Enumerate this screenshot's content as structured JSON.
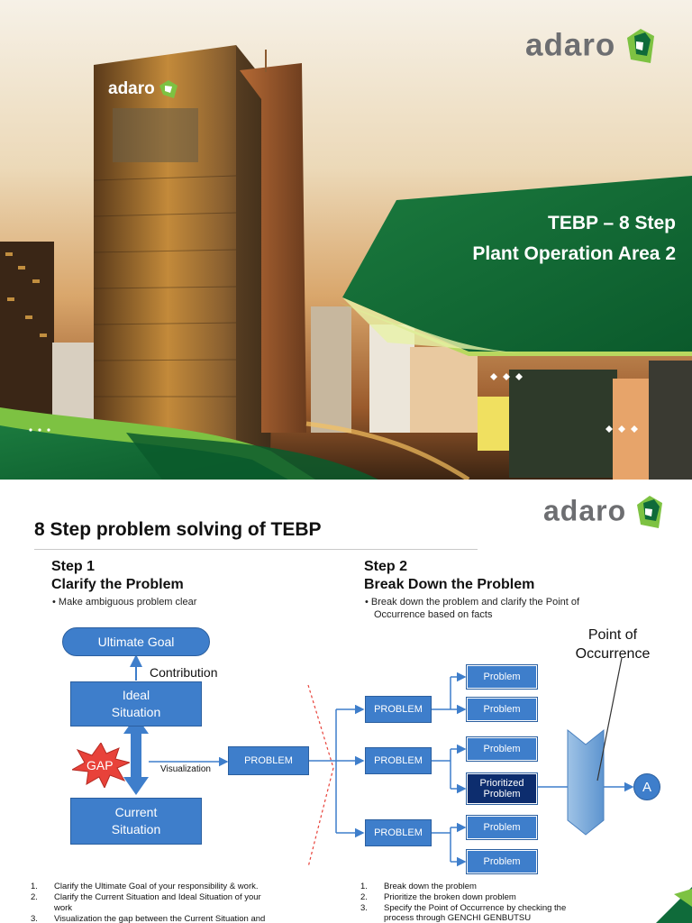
{
  "slide1": {
    "logo_text": "adaro",
    "building_sign": "adaro",
    "title_line1": "TEBP – 8 Step",
    "title_line2": "Plant Operation Area 2",
    "colors": {
      "green_dark": "#0f6b3a",
      "green_light": "#7dc242"
    }
  },
  "slide2": {
    "logo_text": "adaro",
    "title": "8 Step problem solving of TEBP",
    "step1": {
      "label": "Step 1",
      "title": "Clarify the Problem",
      "bullet": "• Make ambiguous problem clear"
    },
    "step2": {
      "label": "Step 2",
      "title": "Break Down the Problem",
      "bullet_line1": "• Break down the problem and clarify the Point of",
      "bullet_line2": "Occurrence based on facts"
    },
    "diagram": {
      "ultimate_goal": "Ultimate Goal",
      "contribution": "Contribution",
      "ideal_line1": "Ideal",
      "ideal_line2": "Situation",
      "gap": "GAP",
      "visualization": "Visualization",
      "current_line1": "Current",
      "current_line2": "Situation",
      "problem_main": "PROBLEM",
      "problem_1": "PROBLEM",
      "problem_2": "PROBLEM",
      "problem_3": "PROBLEM",
      "sub_1a": "Problem",
      "sub_1b": "Problem",
      "sub_2a": "Problem",
      "sub_2b_line1": "Prioritized",
      "sub_2b_line2": "Problem",
      "sub_3a": "Problem",
      "sub_3b": "Problem",
      "point_line1": "Point of",
      "point_line2": "Occurrence",
      "circle": "A"
    },
    "notes_left": [
      {
        "num": "1.",
        "text": "Clarify the Ultimate Goal of your responsibility & work."
      },
      {
        "num": "2.",
        "text": "Clarify the Current Situation and Ideal Situation of your"
      },
      {
        "num": "",
        "text": "work"
      },
      {
        "num": "3.",
        "text": "Visualization the gap between the Current Situation and"
      }
    ],
    "notes_right": [
      {
        "num": "1.",
        "text": "Break down the problem"
      },
      {
        "num": "2.",
        "text": "Prioritize the broken down problem"
      },
      {
        "num": "3.",
        "text": "Specify the Point of Occurrence by checking the"
      },
      {
        "num": "",
        "text": "process through GENCHI GENBUTSU"
      }
    ]
  }
}
